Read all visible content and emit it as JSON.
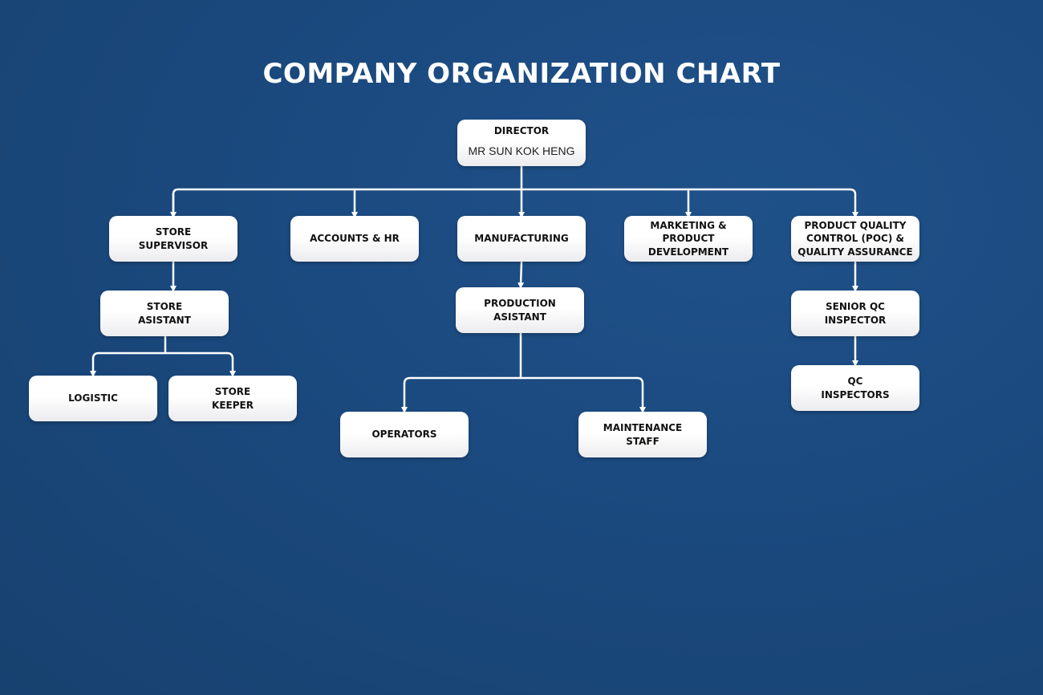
{
  "title": "COMPANY ORGANIZATION CHART",
  "colors": {
    "background": "#1b4a80",
    "box": "#ffffff",
    "line": "#ffffff",
    "text": "#111111"
  },
  "nodes": {
    "director": {
      "title": "DIRECTOR",
      "name": "MR SUN KOK HENG"
    },
    "store_supervisor": {
      "title": "STORE\nSUPERVISOR"
    },
    "accounts_hr": {
      "title": "ACCOUNTS & HR"
    },
    "manufacturing": {
      "title": "MANUFACTURING"
    },
    "marketing": {
      "title": "MARKETING &\nPRODUCT\nDEVELOPMENT"
    },
    "quality": {
      "title": "PRODUCT QUALITY\nCONTROL (POC) &\nQUALITY ASSURANCE"
    },
    "store_assistant": {
      "title": "STORE\nASISTANT"
    },
    "logistic": {
      "title": "LOGISTIC"
    },
    "store_keeper": {
      "title": "STORE\nKEEPER"
    },
    "production_assistant": {
      "title": "PRODUCTION\nASISTANT"
    },
    "operators": {
      "title": "OPERATORS"
    },
    "maintenance": {
      "title": "MAINTENANCE\nSTAFF"
    },
    "senior_qc": {
      "title": "SENIOR QC\nINSPECTOR"
    },
    "qc_inspectors": {
      "title": "QC\nINSPECTORS"
    }
  }
}
